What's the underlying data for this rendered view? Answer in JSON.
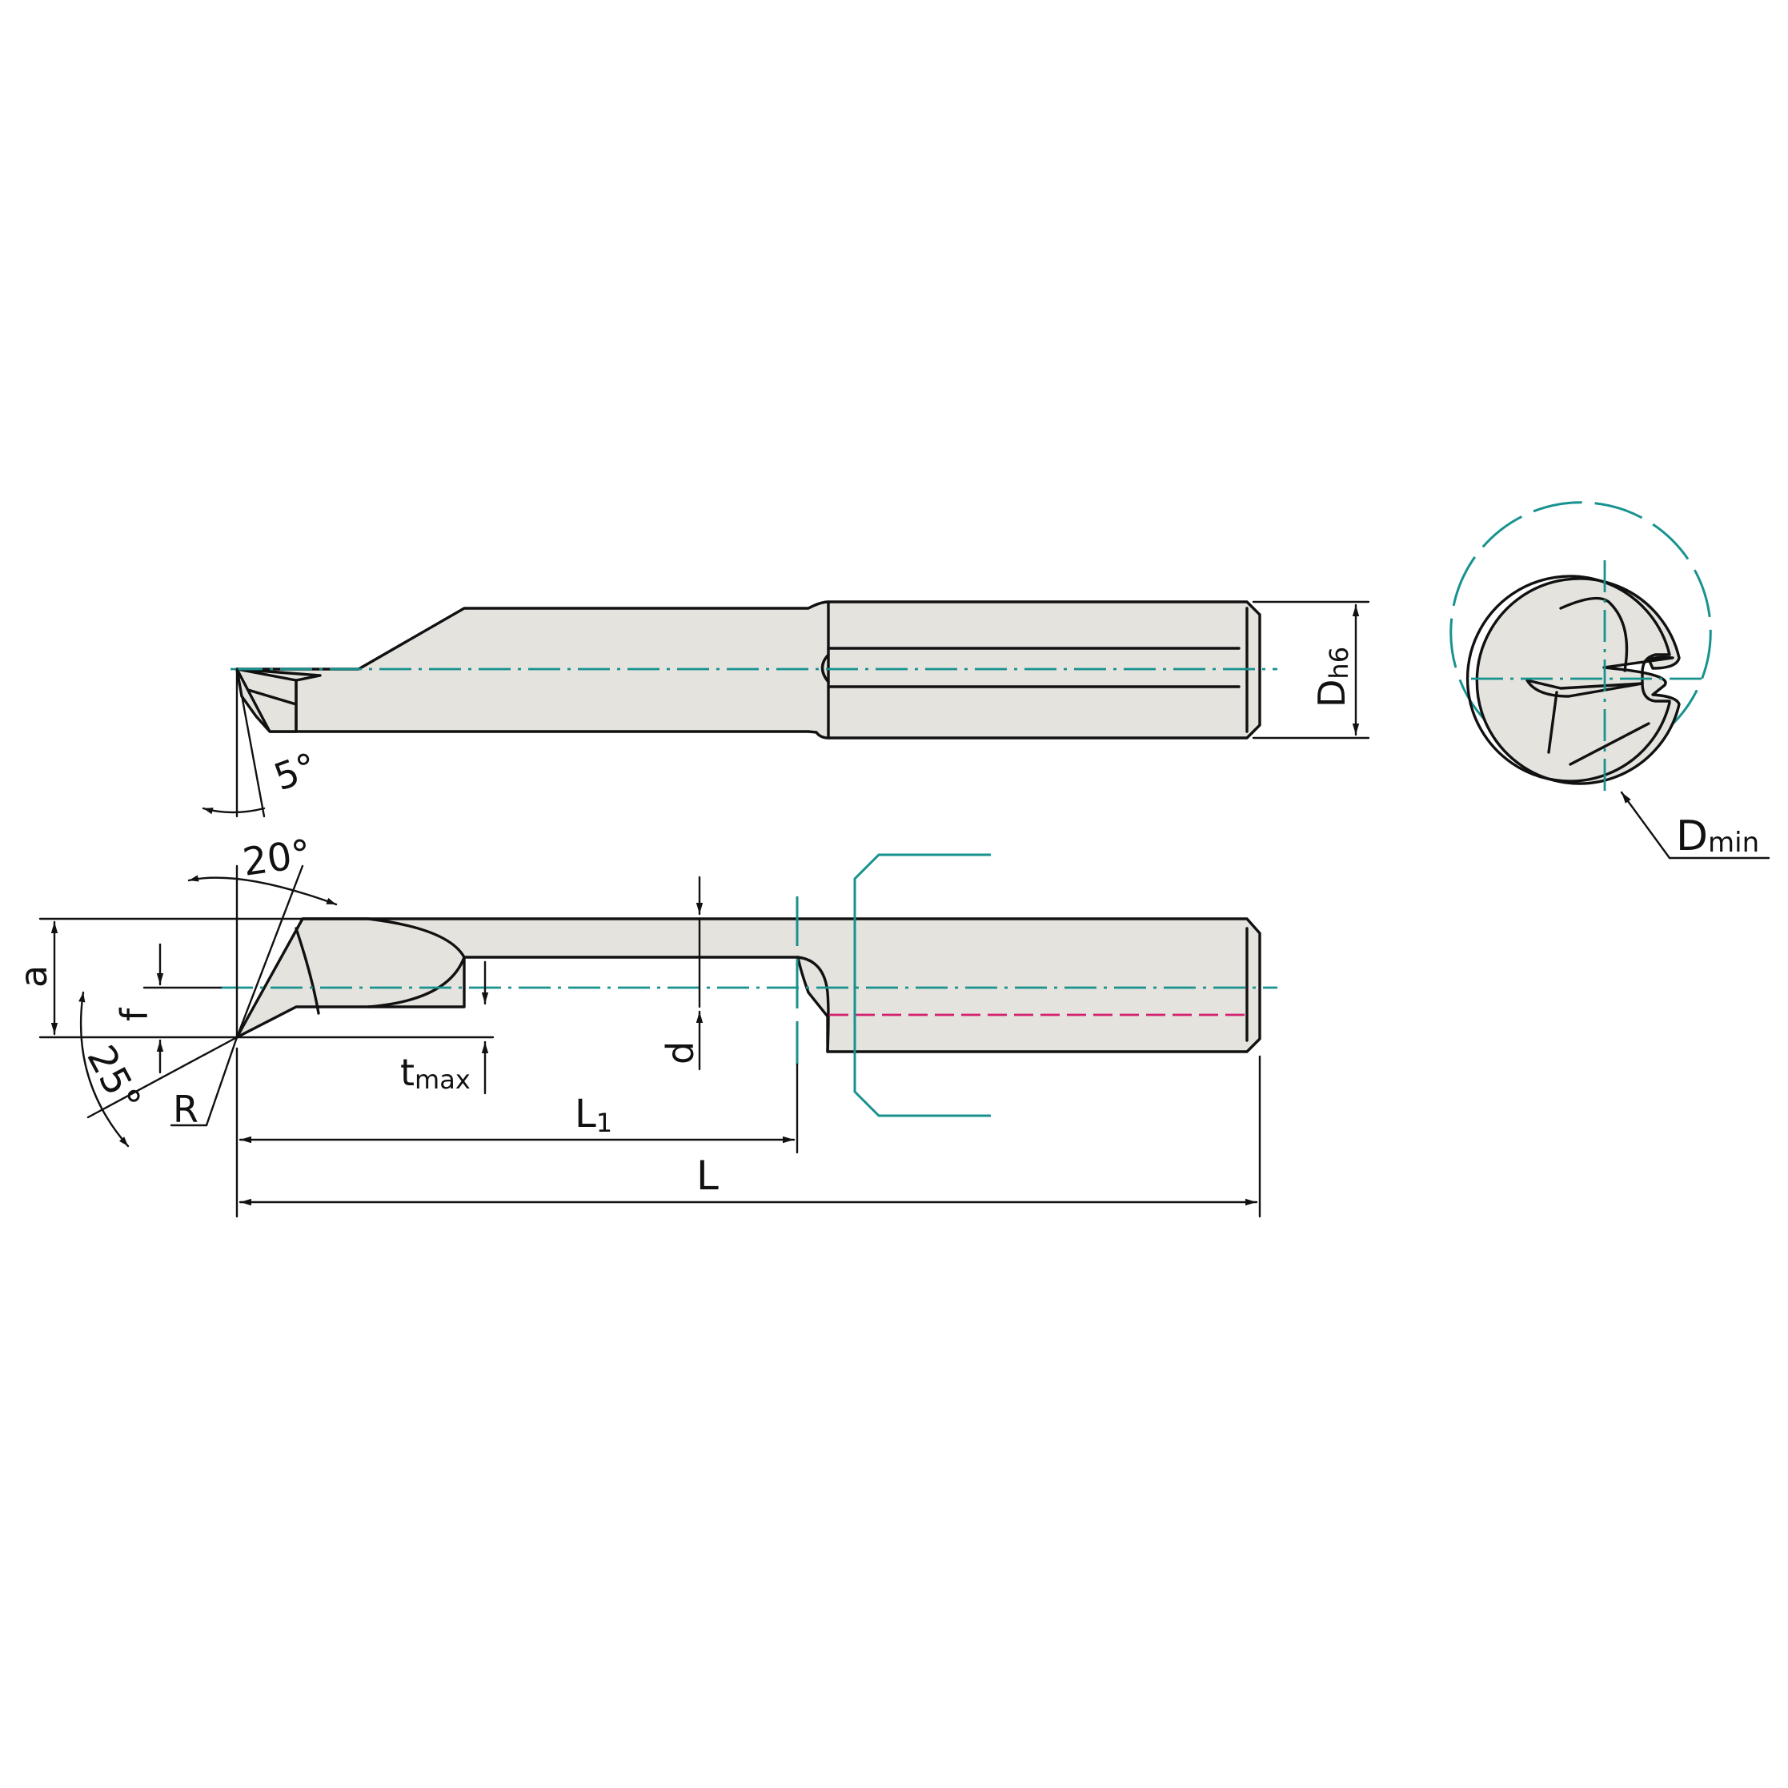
{
  "labels": {
    "dh6_main": "D",
    "dh6_sub": "h6",
    "dmin_main": "D",
    "dmin_sub": "min",
    "angle_5": "5°",
    "angle_20": "20°",
    "angle_25": "25°",
    "a": "a",
    "f": "f",
    "r": "R",
    "tmax_main": "t",
    "tmax_sub": "max",
    "d": "d",
    "l1_main": "L",
    "l1_sub": "1",
    "l": "L"
  },
  "colors": {
    "centerline": "#17928f",
    "hidden_line": "#d41f6c",
    "body_fill": "#e4e3de",
    "outline": "#111111"
  }
}
